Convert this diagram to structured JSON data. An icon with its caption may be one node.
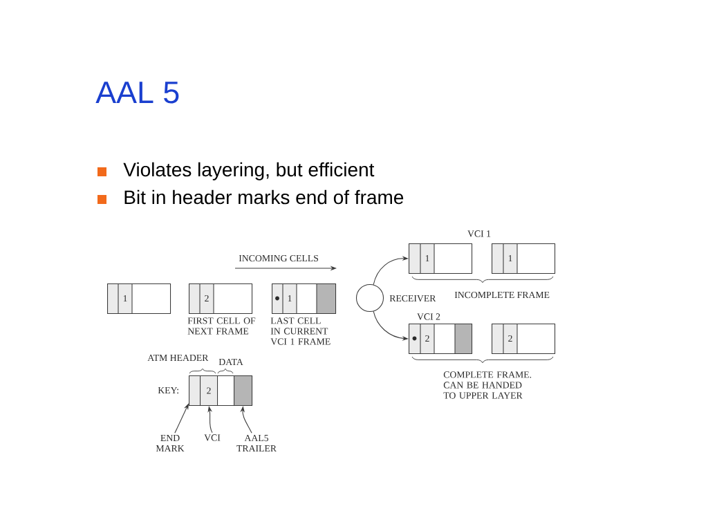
{
  "diagram": {
    "title": "AAL 5",
    "nodes": [
      {
        "text": [
          "1"
        ]
      },
      {
        "text": [
          "2"
        ],
        "beside": [
          "FIRST CELL OF NEXT FRAME"
        ]
      },
      {
        "text": [
          "1"
        ],
        "beside": [
          "LAST CELL IN CURRENT VCI 1 FRAME"
        ]
      },
      {
        "text": [],
        "shape": "circle",
        "beside": [
          "RECEIVER"
        ]
      },
      {
        "text": [
          "1"
        ]
      },
      {
        "text": [
          "1"
        ]
      },
      {
        "text": [
          "2"
        ]
      },
      {
        "text": [
          "2"
        ]
      },
      {
        "text": [],
        "shape": "box"
      },
      {
        "text": [
          "2"
        ]
      },
      {
        "text": [],
        "shape": "box"
      },
      {
        "text": [],
        "shape": "box"
      },
      {
        "text": [
          "END MARK"
        ]
      },
      {
        "text": [
          "VCI"
        ]
      },
      {
        "text": [
          "AAL5 TRAILER"
        ]
      }
    ],
    "edges": [
      {
        "from": 3,
        "to": 4,
        "arrow": "to"
      },
      {
        "from": 3,
        "to": 6,
        "arrow": "to"
      },
      {
        "from": 12,
        "to": 8,
        "arrow": "to"
      },
      {
        "from": 13,
        "to": 9,
        "arrow": "to"
      },
      {
        "from": 14,
        "to": 11,
        "arrow": "to"
      }
    ],
    "labels": [
      "Violates layering, but efficient",
      "Bit in header marks end of frame",
      "VCI 1",
      "INCOMING CELLS",
      "INCOMPLETE FRAME",
      "VCI 2",
      "ATM HEADER",
      "DATA",
      "COMPLETE FRAME. CAN BE HANDED TO UPPER LAYER",
      "KEY:"
    ]
  }
}
